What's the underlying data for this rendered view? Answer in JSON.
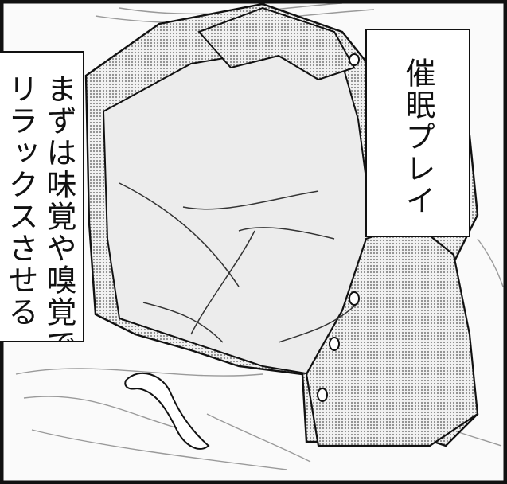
{
  "panel": {
    "caption_right": "催眠プレイ",
    "caption_left_line1": "まずは味覚や嗅覚で",
    "caption_left_line2": "リラックスさせる"
  },
  "colors": {
    "ink": "#111111",
    "paper": "#ffffff",
    "screentone": "#b8b8b8",
    "shirt": "#e6e6e6"
  },
  "icons": [
    "shirt-illustration",
    "button-icon",
    "hair-strand-illustration"
  ]
}
